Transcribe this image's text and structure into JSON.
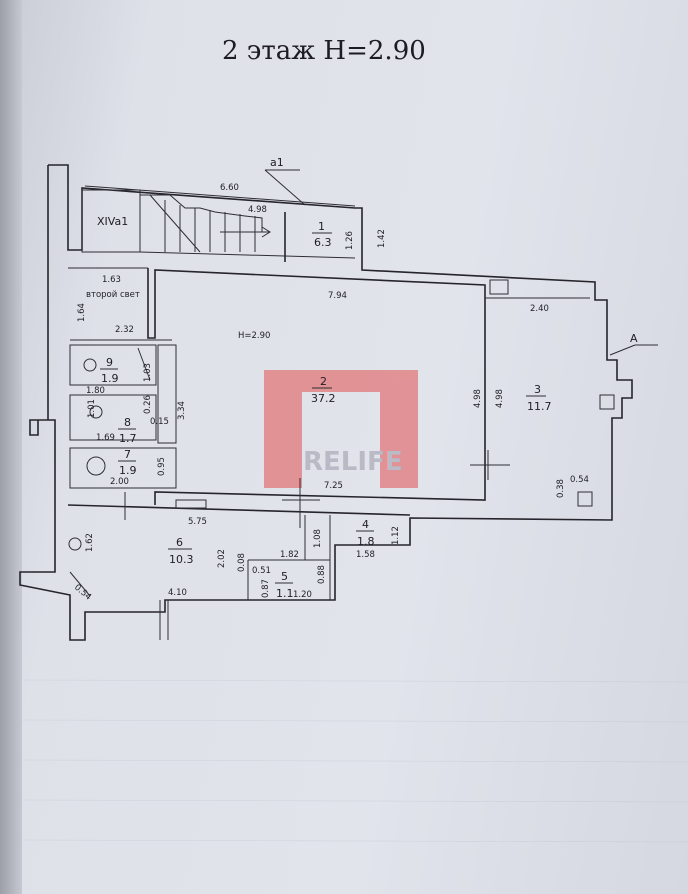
{
  "title": "2 этаж  Н=2.90",
  "labels": {
    "stair_section": "а1",
    "axis": "А",
    "stair_code": "XIVa1",
    "ceiling": "H=2.90",
    "second_light": "второй свет",
    "watermark": "RELIFE"
  },
  "rooms": [
    {
      "num": "1",
      "area": "6.3"
    },
    {
      "num": "2",
      "area": "37.2"
    },
    {
      "num": "3",
      "area": "11.7"
    },
    {
      "num": "4",
      "area": "1.8"
    },
    {
      "num": "5",
      "area": "1.1"
    },
    {
      "num": "6",
      "area": "10.3"
    },
    {
      "num": "7",
      "area": "1.9"
    },
    {
      "num": "8",
      "area": "1.7"
    },
    {
      "num": "9",
      "area": "1.9"
    }
  ],
  "dimensions": {
    "stair_top": "6.60",
    "stair_inner": "4.98",
    "r1_height": "1.26",
    "r1_side": "1.42",
    "void_width": "1.63",
    "void_height": "1.64",
    "void_bottom": "2.32",
    "r2_top": "7.94",
    "r2_bottom": "7.25",
    "r2_height": "4.98",
    "r3_height": "4.98",
    "r3_top": "2.40",
    "r3_col_w": "0.54",
    "r3_col_h": "0.38",
    "r9_height": "1.03",
    "r9_width": "1.80",
    "r8_height": "1.01",
    "r8_width": "1.69",
    "r8_a": "0.26",
    "r8_b": "0.15",
    "stack_height": "3.34",
    "r7_width": "2.00",
    "r7_height": "0.95",
    "r6_top": "5.75",
    "r6_height": "1.62",
    "r6_bottom": "4.10",
    "r6_corner": "0.54",
    "r6_right": "2.02",
    "r5_top": "1.82",
    "r5_a": "0.08",
    "r5_b": "0.51",
    "r5_left": "0.87",
    "r5_width": "1.20",
    "r5_right": "0.88",
    "r4_left": "1.08",
    "r4_width": "1.58",
    "r4_right": "1.12"
  },
  "colors": {
    "ink": "#25252b",
    "watermark_red": "#e05050",
    "watermark_gray": "#9a9aa8"
  }
}
